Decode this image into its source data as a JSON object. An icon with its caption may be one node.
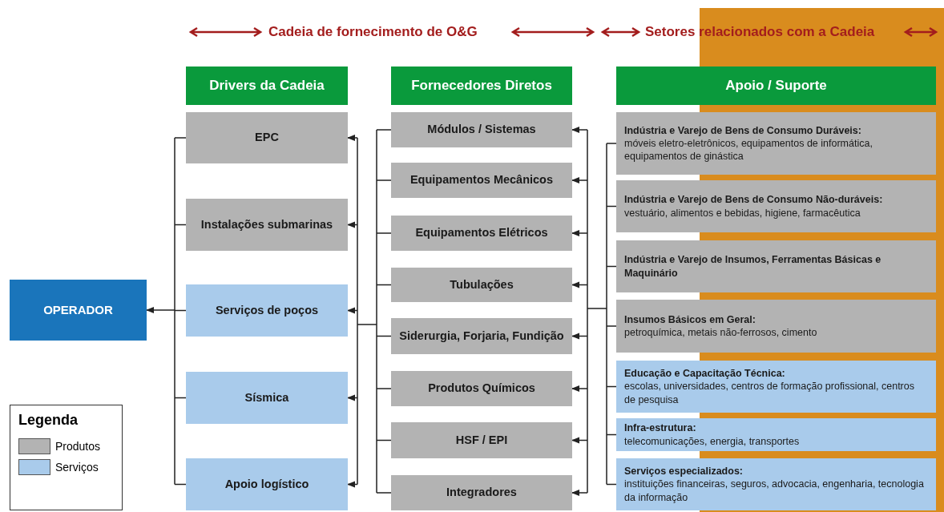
{
  "diagram": {
    "nodes": [
      {
        "text": [
          "Drivers da Cadeia"
        ]
      },
      {
        "text": [
          "EPC"
        ]
      },
      {
        "text": [
          "Instalações submarinas"
        ]
      },
      {
        "text": [
          "Serviços de poços"
        ]
      },
      {
        "text": [
          "Sísmica"
        ]
      },
      {
        "text": [
          "Apoio logístico"
        ]
      },
      {
        "text": [
          "Fornecedores Diretos"
        ]
      },
      {
        "text": [
          "Módulos / Sistemas"
        ]
      },
      {
        "text": [
          "Equipamentos Mecânicos"
        ]
      },
      {
        "text": [
          "Equipamentos Elétricos"
        ]
      },
      {
        "text": [
          "Tubulações"
        ]
      },
      {
        "text": [
          "Siderurgia, Forjaria, Fundição"
        ]
      },
      {
        "text": [
          "Produtos Químicos"
        ]
      },
      {
        "text": [
          "HSF / EPI"
        ]
      },
      {
        "text": [
          "Integradores"
        ]
      },
      {
        "text": [
          "Apoio / Suporte"
        ]
      },
      {
        "text": [
          "Indústria e Varejo de Bens de Consumo Duráveis:",
          "móveis eletro-eletrônicos, equipamentos de informática, equipamentos de ginástica"
        ]
      },
      {
        "text": [
          "Indústria e Varejo de Bens de Consumo Não-duráveis:",
          "vestuário, alimentos e bebidas, higiene, farmacêutica"
        ]
      },
      {
        "text": [
          "Indústria e Varejo de Insumos, Ferramentas Básicas e Maquinário"
        ]
      },
      {
        "text": [
          "Insumos Básicos em Geral:",
          "petroquímica, metais não-ferrosos, cimento"
        ]
      },
      {
        "text": [
          "Educação e Capacitação Técnica:",
          "escolas, universidades, centros de formação profissional, centros de pesquisa"
        ]
      },
      {
        "text": [
          "Infra-estrutura:",
          "telecomunicações, energia, transportes"
        ]
      },
      {
        "text": [
          "Serviços especializados:",
          "instituições financeiras, seguros, advocacia, engenharia, tecnologia da informação"
        ]
      },
      {
        "text": [
          "OPERADOR"
        ]
      }
    ],
    "edges": [
      {
        "from": 16,
        "to": 7,
        "arrow": "to"
      },
      {
        "from": 16,
        "to": 8,
        "arrow": "to"
      },
      {
        "from": 16,
        "to": 9,
        "arrow": "to"
      },
      {
        "from": 16,
        "to": 10,
        "arrow": "to"
      },
      {
        "from": 16,
        "to": 11,
        "arrow": "to"
      },
      {
        "from": 16,
        "to": 12,
        "arrow": "to"
      },
      {
        "from": 16,
        "to": 13,
        "arrow": "to"
      },
      {
        "from": 16,
        "to": 14,
        "arrow": "to"
      },
      {
        "from": 17,
        "to": 7,
        "arrow": "to"
      },
      {
        "from": 17,
        "to": 8,
        "arrow": "to"
      },
      {
        "from": 17,
        "to": 9,
        "arrow": "to"
      },
      {
        "from": 17,
        "to": 10,
        "arrow": "to"
      },
      {
        "from": 17,
        "to": 11,
        "arrow": "to"
      },
      {
        "from": 17,
        "to": 12,
        "arrow": "to"
      },
      {
        "from": 17,
        "to": 13,
        "arrow": "to"
      },
      {
        "from": 17,
        "to": 14,
        "arrow": "to"
      },
      {
        "from": 18,
        "to": 7,
        "arrow": "to"
      },
      {
        "from": 18,
        "to": 8,
        "arrow": "to"
      },
      {
        "from": 18,
        "to": 9,
        "arrow": "to"
      },
      {
        "from": 18,
        "to": 10,
        "arrow": "to"
      },
      {
        "from": 18,
        "to": 11,
        "arrow": "to"
      },
      {
        "from": 18,
        "to": 12,
        "arrow": "to"
      },
      {
        "from": 18,
        "to": 13,
        "arrow": "to"
      },
      {
        "from": 18,
        "to": 14,
        "arrow": "to"
      },
      {
        "from": 19,
        "to": 7,
        "arrow": "to"
      },
      {
        "from": 19,
        "to": 8,
        "arrow": "to"
      },
      {
        "from": 19,
        "to": 9,
        "arrow": "to"
      },
      {
        "from": 19,
        "to": 10,
        "arrow": "to"
      },
      {
        "from": 19,
        "to": 11,
        "arrow": "to"
      },
      {
        "from": 19,
        "to": 12,
        "arrow": "to"
      },
      {
        "from": 19,
        "to": 13,
        "arrow": "to"
      },
      {
        "from": 19,
        "to": 14,
        "arrow": "to"
      },
      {
        "from": 20,
        "to": 7,
        "arrow": "to"
      },
      {
        "from": 20,
        "to": 8,
        "arrow": "to"
      },
      {
        "from": 20,
        "to": 9,
        "arrow": "to"
      },
      {
        "from": 20,
        "to": 10,
        "arrow": "to"
      },
      {
        "from": 20,
        "to": 11,
        "arrow": "to"
      },
      {
        "from": 20,
        "to": 12,
        "arrow": "to"
      },
      {
        "from": 20,
        "to": 13,
        "arrow": "to"
      },
      {
        "from": 20,
        "to": 14,
        "arrow": "to"
      },
      {
        "from": 21,
        "to": 7,
        "arrow": "to"
      },
      {
        "from": 21,
        "to": 8,
        "arrow": "to"
      },
      {
        "from": 21,
        "to": 9,
        "arrow": "to"
      },
      {
        "from": 21,
        "to": 10,
        "arrow": "to"
      },
      {
        "from": 21,
        "to": 11,
        "arrow": "to"
      },
      {
        "from": 21,
        "to": 12,
        "arrow": "to"
      },
      {
        "from": 21,
        "to": 13,
        "arrow": "to"
      },
      {
        "from": 21,
        "to": 14,
        "arrow": "to"
      },
      {
        "from": 22,
        "to": 7,
        "arrow": "to"
      },
      {
        "from": 22,
        "to": 8,
        "arrow": "to"
      },
      {
        "from": 22,
        "to": 9,
        "arrow": "to"
      },
      {
        "from": 22,
        "to": 10,
        "arrow": "to"
      },
      {
        "from": 22,
        "to": 11,
        "arrow": "to"
      },
      {
        "from": 22,
        "to": 12,
        "arrow": "to"
      },
      {
        "from": 22,
        "to": 13,
        "arrow": "to"
      },
      {
        "from": 22,
        "to": 14,
        "arrow": "to"
      },
      {
        "from": 7,
        "to": 1,
        "arrow": "to"
      },
      {
        "from": 7,
        "to": 2,
        "arrow": "to"
      },
      {
        "from": 7,
        "to": 3,
        "arrow": "to"
      },
      {
        "from": 7,
        "to": 4,
        "arrow": "to"
      },
      {
        "from": 7,
        "to": 5,
        "arrow": "to"
      },
      {
        "from": 8,
        "to": 1,
        "arrow": "to"
      },
      {
        "from": 8,
        "to": 2,
        "arrow": "to"
      },
      {
        "from": 8,
        "to": 3,
        "arrow": "to"
      },
      {
        "from": 8,
        "to": 4,
        "arrow": "to"
      },
      {
        "from": 8,
        "to": 5,
        "arrow": "to"
      },
      {
        "from": 9,
        "to": 1,
        "arrow": "to"
      },
      {
        "from": 9,
        "to": 2,
        "arrow": "to"
      },
      {
        "from": 9,
        "to": 3,
        "arrow": "to"
      },
      {
        "from": 9,
        "to": 4,
        "arrow": "to"
      },
      {
        "from": 9,
        "to": 5,
        "arrow": "to"
      },
      {
        "from": 10,
        "to": 1,
        "arrow": "to"
      },
      {
        "from": 10,
        "to": 2,
        "arrow": "to"
      },
      {
        "from": 10,
        "to": 3,
        "arrow": "to"
      },
      {
        "from": 10,
        "to": 4,
        "arrow": "to"
      },
      {
        "from": 10,
        "to": 5,
        "arrow": "to"
      },
      {
        "from": 11,
        "to": 1,
        "arrow": "to"
      },
      {
        "from": 11,
        "to": 2,
        "arrow": "to"
      },
      {
        "from": 11,
        "to": 3,
        "arrow": "to"
      },
      {
        "from": 11,
        "to": 4,
        "arrow": "to"
      },
      {
        "from": 11,
        "to": 5,
        "arrow": "to"
      },
      {
        "from": 12,
        "to": 1,
        "arrow": "to"
      },
      {
        "from": 12,
        "to": 2,
        "arrow": "to"
      },
      {
        "from": 12,
        "to": 3,
        "arrow": "to"
      },
      {
        "from": 12,
        "to": 4,
        "arrow": "to"
      },
      {
        "from": 12,
        "to": 5,
        "arrow": "to"
      },
      {
        "from": 13,
        "to": 1,
        "arrow": "to"
      },
      {
        "from": 13,
        "to": 2,
        "arrow": "to"
      },
      {
        "from": 13,
        "to": 3,
        "arrow": "to"
      },
      {
        "from": 13,
        "to": 4,
        "arrow": "to"
      },
      {
        "from": 13,
        "to": 5,
        "arrow": "to"
      },
      {
        "from": 14,
        "to": 1,
        "arrow": "to"
      },
      {
        "from": 14,
        "to": 2,
        "arrow": "to"
      },
      {
        "from": 14,
        "to": 3,
        "arrow": "to"
      },
      {
        "from": 14,
        "to": 4,
        "arrow": "to"
      },
      {
        "from": 14,
        "to": 5,
        "arrow": "to"
      },
      {
        "from": 1,
        "to": 23,
        "arrow": "to"
      },
      {
        "from": 2,
        "to": 23,
        "arrow": "to"
      },
      {
        "from": 3,
        "to": 23,
        "arrow": "to"
      },
      {
        "from": 4,
        "to": 23,
        "arrow": "to"
      },
      {
        "from": 5,
        "to": 23,
        "arrow": "to"
      }
    ],
    "labels": [
      "Cadeia de fornecimento de O&G",
      "Setores relacionados com a Cadeia",
      "Legenda"
    ],
    "legend": [
      {
        "text": "Produtos",
        "color": "#b3b3b3"
      },
      {
        "text": "Serviços",
        "color": "#a9cbeb"
      }
    ]
  }
}
